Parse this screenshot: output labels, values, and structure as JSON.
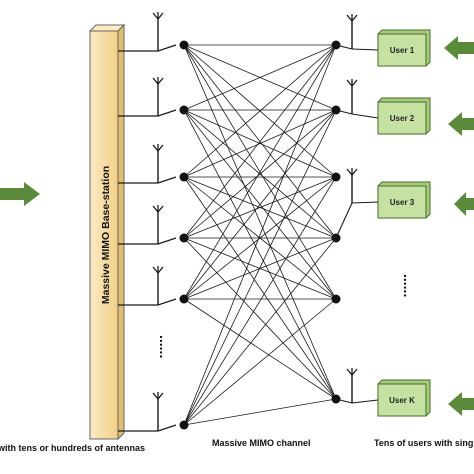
{
  "base_station": {
    "label": "Massive MIMO Base-station"
  },
  "channel": {
    "label": "Massive MIMO channel"
  },
  "left_caption": "with tens or hundreds of antennas",
  "right_caption": "Tens of users with sing",
  "users": [
    "User 1",
    "User 2",
    "User 3",
    "User K"
  ],
  "ellipsis": "......",
  "colors": {
    "base_station_fill": "#f6dca2",
    "user_box_fill": "#c6e2a3",
    "user_box_stroke": "#4a6b2c",
    "arrow": "#5b8a3c",
    "line": "#1a1a1a"
  }
}
